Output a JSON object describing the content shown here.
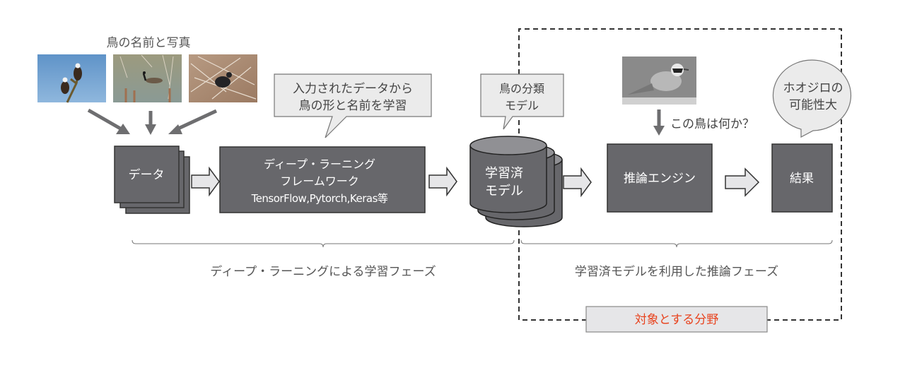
{
  "title": "鳥の名前と写真",
  "training": {
    "data_box": "データ",
    "framework": {
      "line1": "ディープ・ラーニング",
      "line2": "フレームワーク",
      "line3": "TensorFlow,Pytorch,Keras等"
    },
    "callout_learn": {
      "line1": "入力されたデータから",
      "line2": "鳥の形と名前を学習"
    },
    "callout_model": {
      "line1": "鳥の分類",
      "line2": "モデル"
    },
    "model": {
      "line1": "学習済",
      "line2": "モデル"
    },
    "phase_label": "ディープ・ラーニングによる学習フェーズ"
  },
  "inference": {
    "question": "この鳥は何か？",
    "engine": "推論エンジン",
    "result": "結果",
    "callout_result": {
      "line1": "ホオジロの",
      "line2": "可能性大"
    },
    "phase_label": "学習済モデルを利用した推論フェーズ"
  },
  "target_area_label": "対象とする分野",
  "photos": [
    {
      "subject": "bald eagles"
    },
    {
      "subject": "canada goose"
    },
    {
      "subject": "coot"
    },
    {
      "subject": "meadow bunting"
    }
  ],
  "colors": {
    "box_fill": "#67676b",
    "box_stroke": "#333333",
    "arrow_gray": "#6e6e70",
    "callout_fill": "#ebebeb",
    "text_gray": "#555555",
    "accent_red": "#e8431e"
  }
}
